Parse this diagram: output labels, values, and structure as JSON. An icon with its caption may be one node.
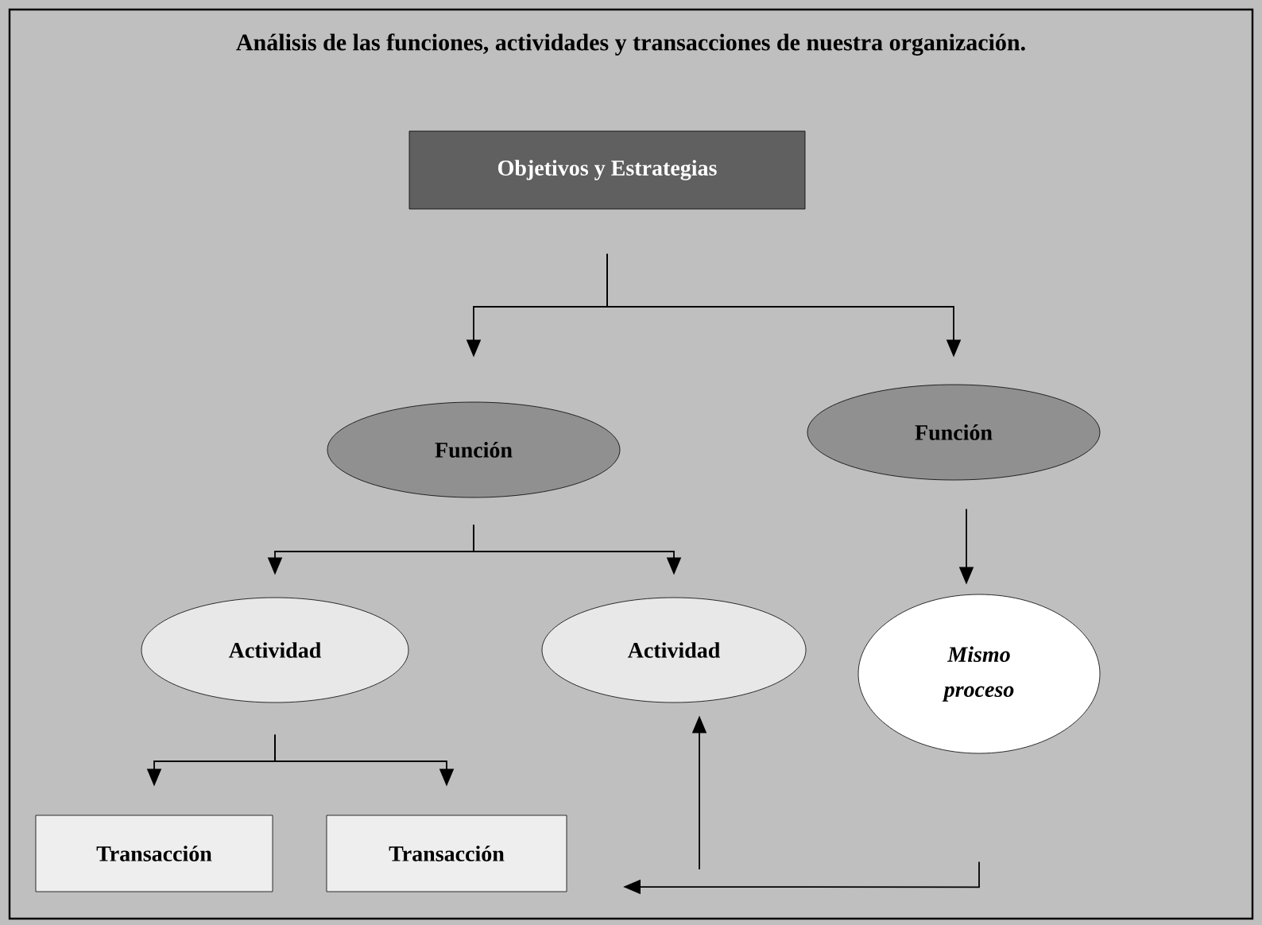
{
  "diagram": {
    "title": "Análisis de las funciones, actividades y transacciones de nuestra organización.",
    "nodes": [
      {
        "text": [
          "Objetivos y Estrategias"
        ]
      },
      {
        "text": [
          "Función"
        ]
      },
      {
        "text": [
          "Función"
        ]
      },
      {
        "text": [
          "Actividad"
        ]
      },
      {
        "text": [
          "Actividad"
        ]
      },
      {
        "text": [
          "Mismo proceso"
        ]
      },
      {
        "text": [
          "Transacción"
        ]
      },
      {
        "text": [
          "Transacción"
        ]
      }
    ],
    "edges": [
      {
        "from": 0,
        "to": 1,
        "arrow": "to"
      },
      {
        "from": 0,
        "to": 2,
        "arrow": "to"
      },
      {
        "from": 1,
        "to": 3,
        "arrow": "to"
      },
      {
        "from": 1,
        "to": 4,
        "arrow": "to"
      },
      {
        "from": 2,
        "to": 5,
        "arrow": "to"
      },
      {
        "from": 3,
        "to": 6,
        "arrow": "to"
      },
      {
        "from": 3,
        "to": 7,
        "arrow": "to"
      },
      {
        "from": 5,
        "to": null,
        "arrow": "to"
      },
      {
        "from": null,
        "to": 4,
        "arrow": "to"
      }
    ]
  }
}
